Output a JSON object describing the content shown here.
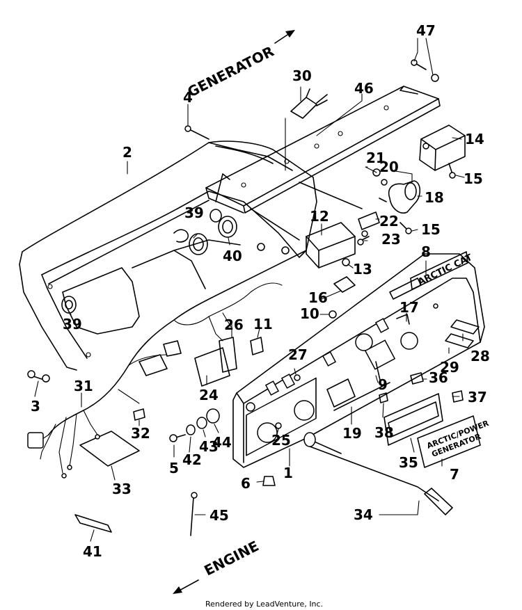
{
  "directions": {
    "generator": "GENERATOR",
    "engine": "ENGINE"
  },
  "instrument_plate": {
    "line1": "ARCTIC/POWER",
    "line2": "GENERATOR"
  },
  "brand_badge": "ARCTIC CAT",
  "parts": [
    "1",
    "2",
    "3",
    "4",
    "5",
    "6",
    "7",
    "8",
    "9",
    "10",
    "11",
    "12",
    "13",
    "14",
    "15",
    "15",
    "16",
    "17",
    "18",
    "19",
    "20",
    "21",
    "22",
    "23",
    "24",
    "25",
    "26",
    "27",
    "28",
    "29",
    "30",
    "31",
    "32",
    "33",
    "34",
    "35",
    "36",
    "37",
    "38",
    "39",
    "39",
    "40",
    "41",
    "42",
    "43",
    "44",
    "45",
    "46",
    "47"
  ],
  "credit": "Rendered by LeadVenture, Inc."
}
